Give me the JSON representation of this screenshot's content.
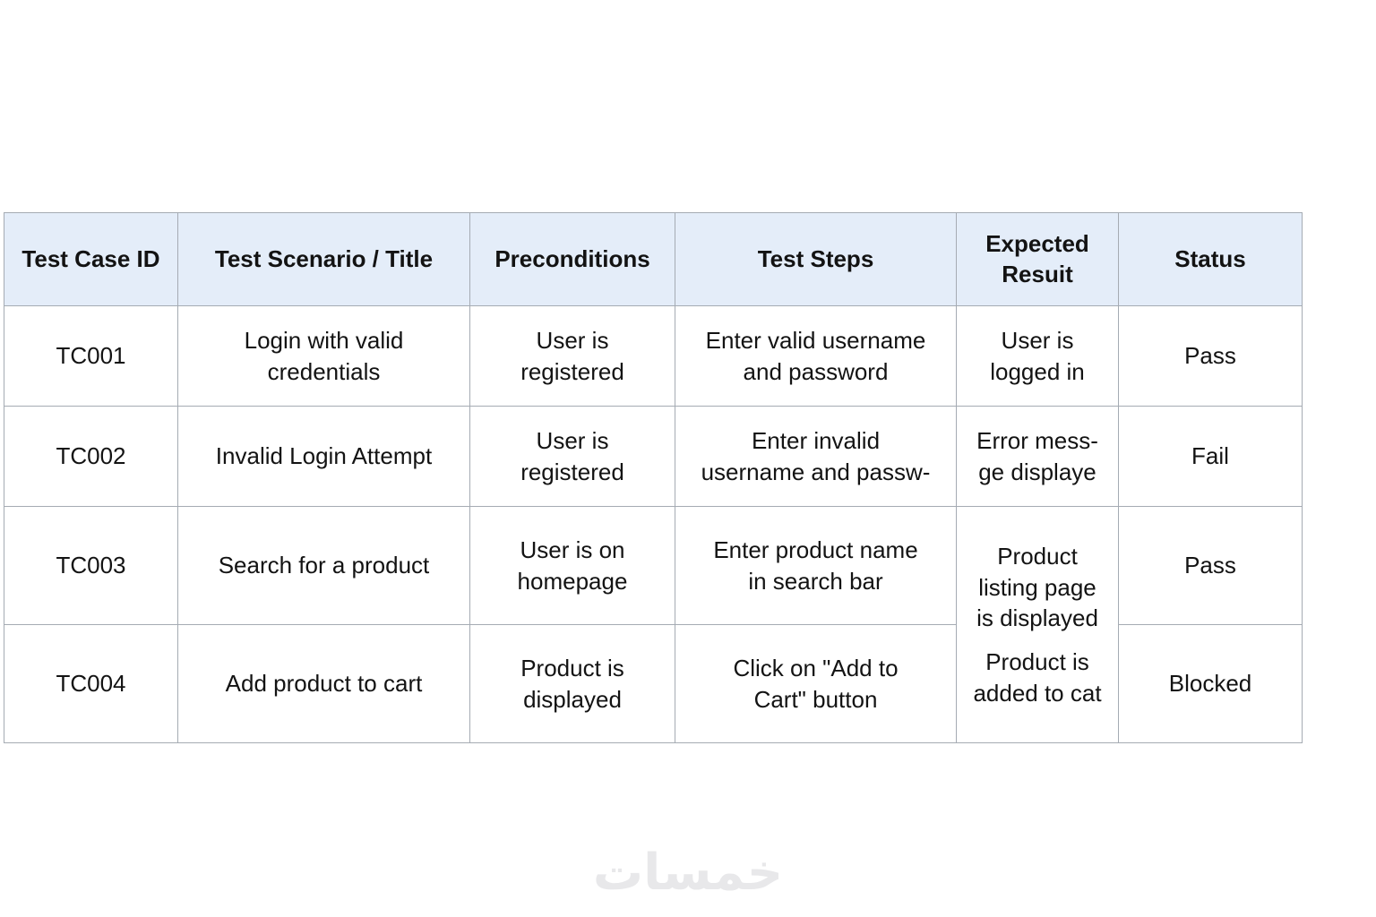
{
  "table": {
    "headers": [
      "Test Case ID",
      "Test Scenario / Title",
      "Preconditions",
      "Test Steps",
      "Expected\nResuit",
      "Status"
    ],
    "rows": [
      {
        "id": "TC001",
        "scenario": "Login with valid\ncredentials",
        "preconditions": "User is\nregistered",
        "steps": "Enter valid username\nand password",
        "expected": "User is\nlogged in",
        "status": "Pass"
      },
      {
        "id": "TC002",
        "scenario": "Invalid Login Attempt",
        "preconditions": "User is\nregistered",
        "steps": "Enter invalid\nusername and passw-",
        "expected": "Error mess-\nge displaye",
        "status": "Fail"
      },
      {
        "id": "TC003",
        "scenario": "Search for a product",
        "preconditions": "User is on\nhomepage",
        "steps": "Enter product name\nin search bar",
        "expected": "Product\nlisting page\nis displayed",
        "status": "Pass"
      },
      {
        "id": "TC004",
        "scenario": "Add product to cart",
        "preconditions": "Product is\ndisplayed",
        "steps": "Click on \"Add to\nCart\" button",
        "expected": "Product is\nadded to cat",
        "status": "Blocked"
      }
    ]
  },
  "watermark": {
    "text": "خمسات"
  },
  "colors": {
    "header_bg": "#e4edf9",
    "border": "#a5abb3",
    "text": "#131313",
    "watermark": "#e8e8ea"
  }
}
